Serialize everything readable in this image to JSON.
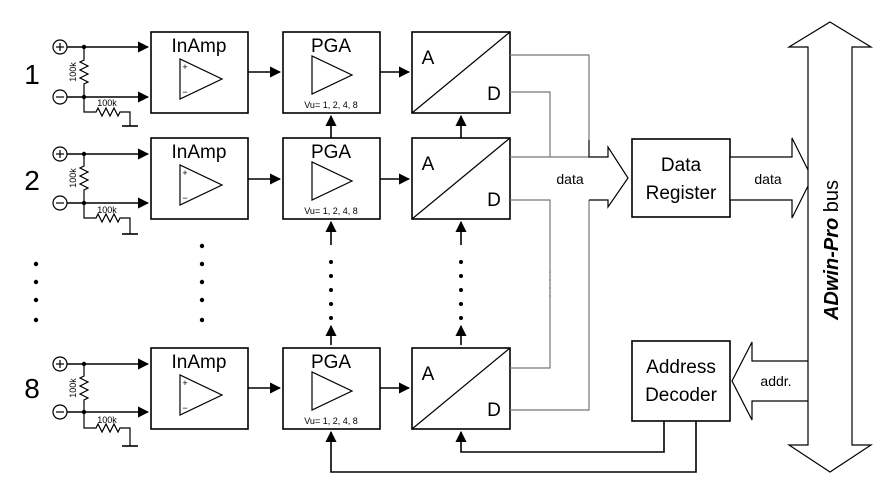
{
  "channels": [
    {
      "label": "1",
      "resistor_input": "100k",
      "resistor_ground": "100k"
    },
    {
      "label": "2",
      "resistor_input": "100k",
      "resistor_ground": "100k"
    },
    {
      "label": "8",
      "resistor_input": "100k",
      "resistor_ground": "100k"
    }
  ],
  "blocks": {
    "inamp": "InAmp",
    "pga": "PGA",
    "pga_gain": "Vu= 1, 2, 4, 8",
    "adc_a": "A",
    "adc_d": "D",
    "plus": "+",
    "minus": "−"
  },
  "data_register": {
    "line1": "Data",
    "line2": "Register"
  },
  "address_decoder": {
    "line1": "Address",
    "line2": "Decoder"
  },
  "labels": {
    "data_in": "data",
    "data_out": "data",
    "addr": "addr.",
    "bus_prefix": "ADwin-Pro",
    "bus_suffix": " bus"
  }
}
